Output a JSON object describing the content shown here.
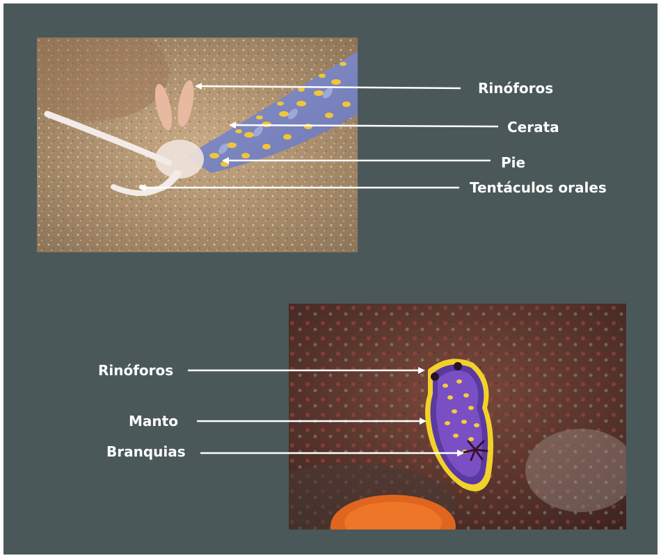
{
  "labels": {
    "top": [
      "Rinóforos",
      "Cerata",
      "Pie",
      "Tentáculos orales"
    ],
    "bottom": [
      "Rinóforos",
      "Manto",
      "Branquias"
    ]
  },
  "colors": {
    "panel_background": "#4a585a",
    "label_text": "#ffffff",
    "arrow": "#ffffff"
  },
  "images": {
    "top": "nudibranch-aeolid-on-sand",
    "bottom": "nudibranch-dorid-purple-yellow-spots"
  }
}
